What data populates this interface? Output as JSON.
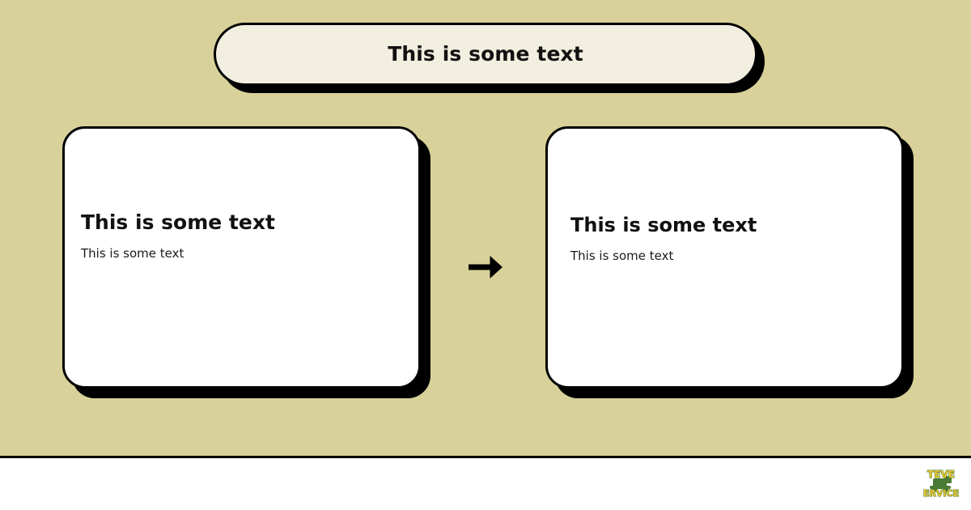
{
  "slide": {
    "background_color": "#d8d29a",
    "footer_background_color": "#ffffff",
    "border_color": "#000000",
    "shadow_color": "#000000"
  },
  "header": {
    "title": "This is some text",
    "fill_color": "#f2efe0"
  },
  "cards": [
    {
      "heading": "This is some text",
      "text": "This is some text",
      "fill_color": "#ffffff"
    },
    {
      "heading": "This is some text",
      "text": "This is some text",
      "fill_color": "#ffffff"
    }
  ],
  "connector": {
    "icon": "arrow-right-icon",
    "color": "#000000"
  },
  "footer": {
    "logo": {
      "icon": "company-logo-icon",
      "line1": "TEVE",
      "line2": "ERVICE",
      "text_color": "#e8c531",
      "graphic_color": "#4a7a33"
    }
  }
}
